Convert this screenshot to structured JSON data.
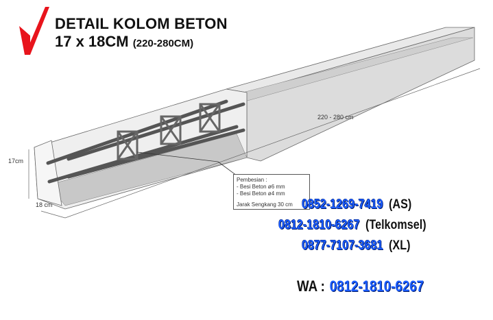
{
  "title": {
    "line1": "DETAIL KOLOM BETON",
    "line2_main": "17 x 18CM",
    "line2_small": "(220-280CM)"
  },
  "icon": "red-checkmark-icon",
  "dimensions": {
    "length": "220 - 280 cm",
    "height": "17cm",
    "width": "18 cm"
  },
  "note": {
    "heading": "Pembesian :",
    "line1": "- Besi Beton ø6 mm",
    "line2": "- Besi Beton ø4 mm",
    "line3": "Jarak Sengkang 30 cm"
  },
  "contacts": [
    {
      "number": "0852-1269-7419",
      "operator": "(AS)"
    },
    {
      "number": "0812-1810-6267",
      "operator": "(Telkomsel)"
    },
    {
      "number": "0877-7107-3681",
      "operator": "(XL)"
    }
  ],
  "whatsapp": {
    "label": "WA :",
    "number": "0812-1810-6267"
  },
  "colors": {
    "accent": "#e8141c",
    "phone": "#1a5cff"
  }
}
